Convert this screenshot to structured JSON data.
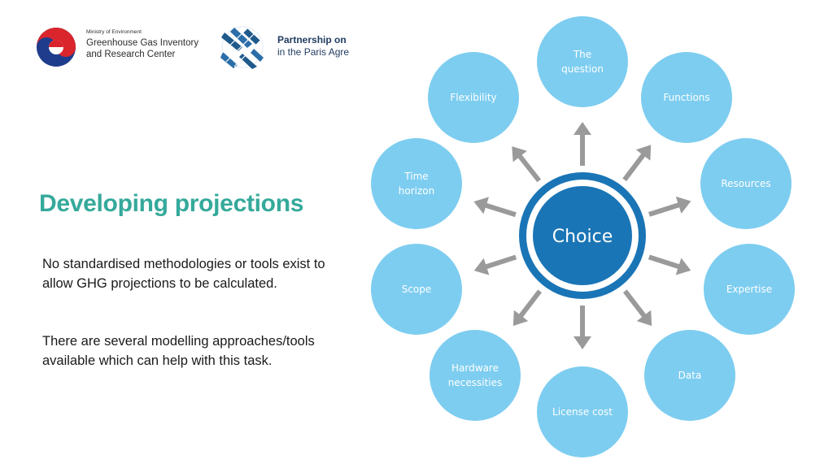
{
  "header": {
    "logo1": {
      "small": "Ministry of Environment",
      "line1": "Greenhouse Gas Inventory",
      "line2": "and Research Center"
    },
    "logo2": {
      "line1": "Partnership on",
      "line2": "in the Paris Agre"
    }
  },
  "main": {
    "title": "Developing projections",
    "paragraph1": "No standardised methodologies or tools exist to allow GHG projections to be calculated.",
    "paragraph2": "There are several modelling approaches/tools available which can help with this task."
  },
  "diagram": {
    "center": "Choice",
    "nodes": [
      {
        "id": "the-question",
        "lines": [
          "The",
          "question"
        ]
      },
      {
        "id": "functions",
        "lines": [
          "Functions"
        ]
      },
      {
        "id": "resources",
        "lines": [
          "Resources"
        ]
      },
      {
        "id": "expertise",
        "lines": [
          "Expertise"
        ]
      },
      {
        "id": "data",
        "lines": [
          "Data"
        ]
      },
      {
        "id": "license-cost",
        "lines": [
          "License cost"
        ]
      },
      {
        "id": "hardware-necessities",
        "lines": [
          "Hardware",
          "necessities"
        ]
      },
      {
        "id": "scope",
        "lines": [
          "Scope"
        ]
      },
      {
        "id": "time-horizon",
        "lines": [
          "Time",
          "horizon"
        ]
      },
      {
        "id": "flexibility",
        "lines": [
          "Flexibility"
        ]
      }
    ],
    "colors": {
      "node": "#7dcdf0",
      "center": "#1a75b6",
      "arrow": "#9a9a9a"
    }
  }
}
